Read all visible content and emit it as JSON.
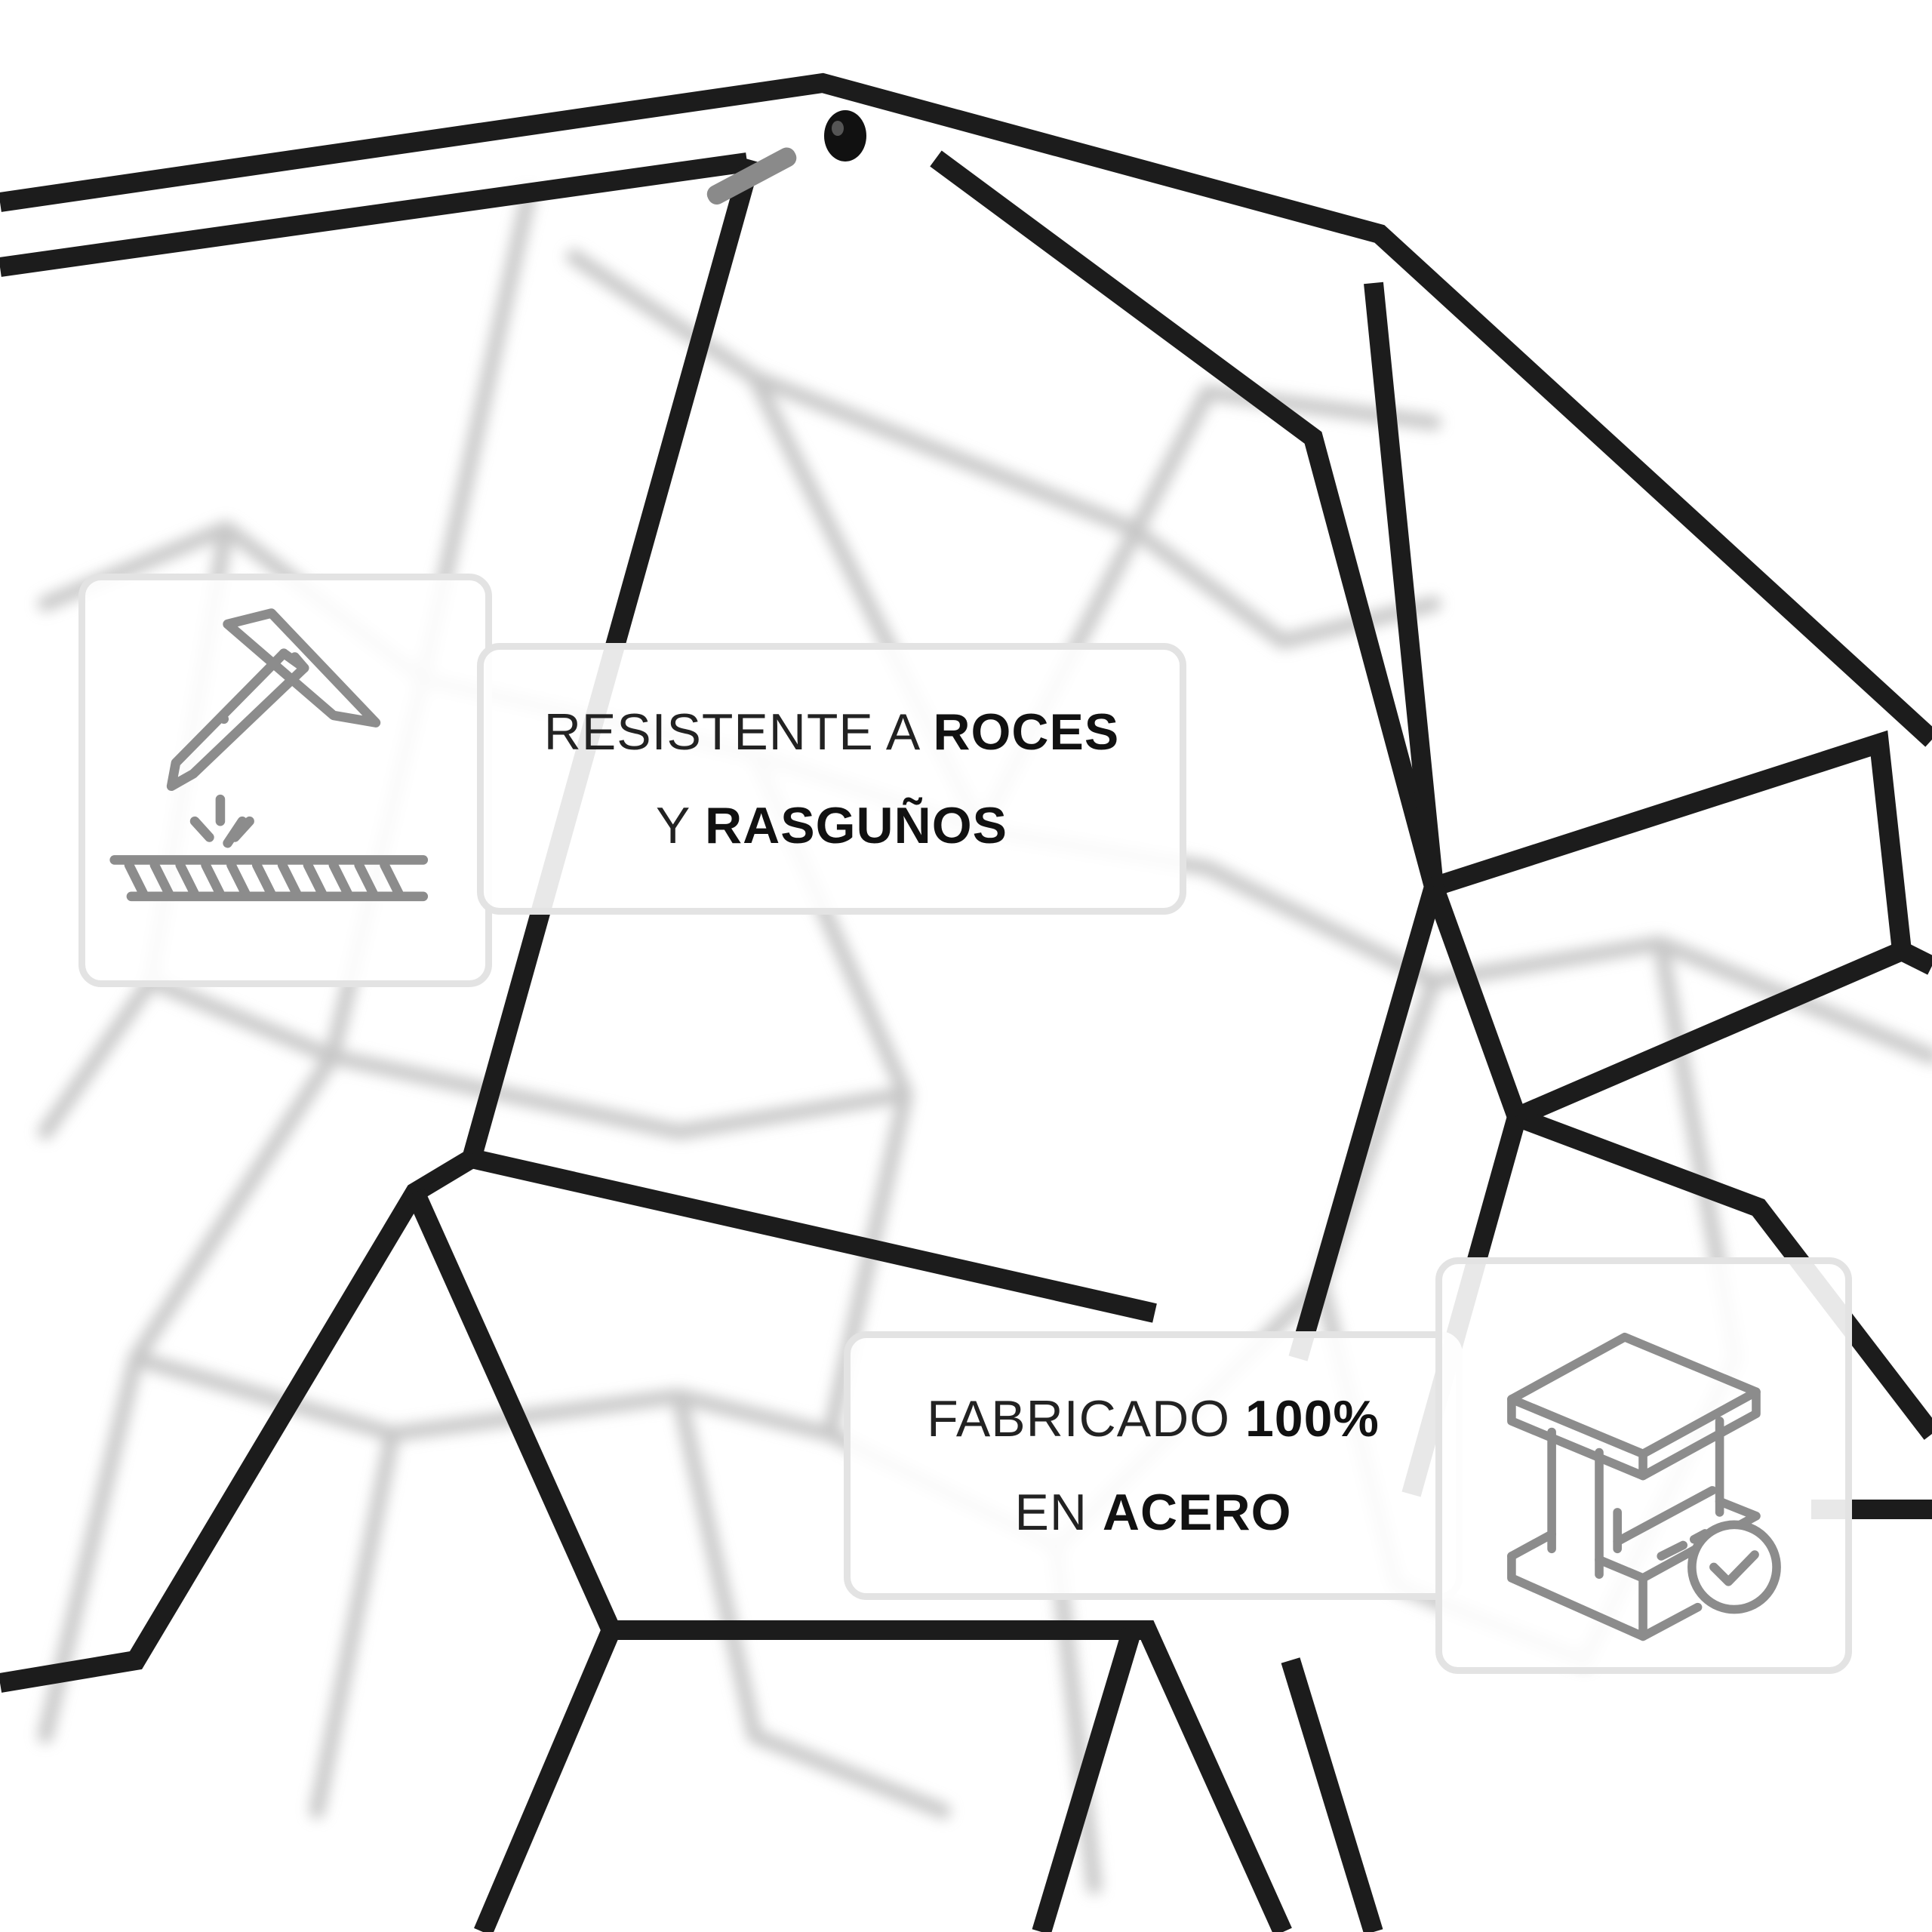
{
  "colors": {
    "background": "#ffffff",
    "metal": "#1c1c1c",
    "shadow": "#9a9a9a",
    "panel_border": "#e3e3e3",
    "icon_stroke": "#8c8c8c",
    "text": "#111111"
  },
  "features": [
    {
      "icon": "scratch-resistant-nail-icon",
      "line1": {
        "light": "RESISTENTE A ",
        "bold": "ROCES"
      },
      "line2": {
        "light": "Y ",
        "bold": "RASGUÑOS"
      }
    },
    {
      "icon": "steel-beam-check-icon",
      "line1": {
        "light": "FABRICADO ",
        "bold": "100%"
      },
      "line2": {
        "light": "EN ",
        "bold": "ACERO"
      }
    }
  ]
}
